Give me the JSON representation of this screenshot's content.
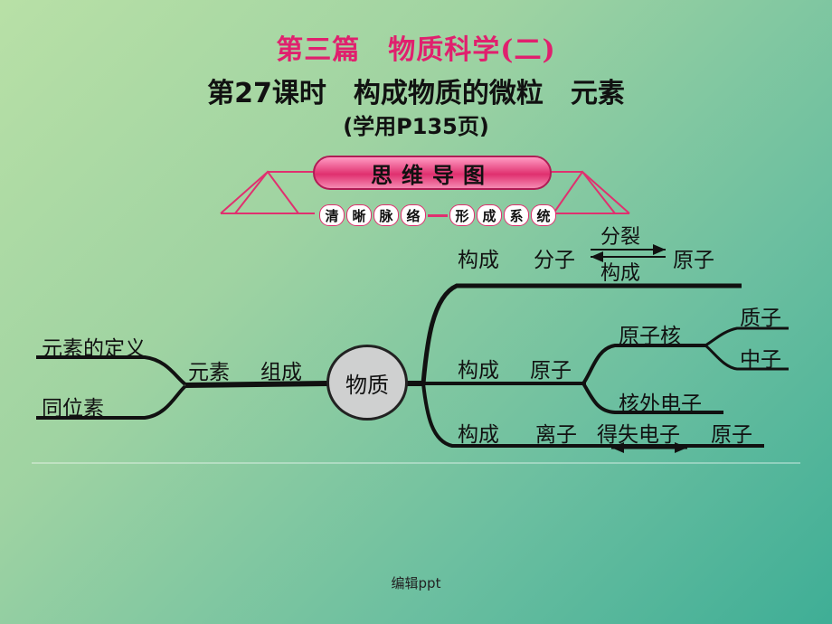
{
  "header": {
    "title_main": "第三篇　物质科学(二)",
    "title_sub": "第27课时　构成物质的微粒　元素",
    "page_ref": "(学用P135页)"
  },
  "banner": {
    "top_label": "思维导图",
    "bottom_chars": [
      "清",
      "晰",
      "脉",
      "络",
      "形",
      "成",
      "系",
      "统"
    ]
  },
  "mindmap": {
    "center": "物质",
    "left_branch": {
      "verb": "元素",
      "relation": "组成"
    },
    "left_leaves": [
      "元素的定义",
      "同位素"
    ],
    "branch_molecule": {
      "verb": "构成",
      "node": "分子",
      "arrow_top": "分裂",
      "arrow_bottom": "构成",
      "target": "原子"
    },
    "branch_atom": {
      "verb": "构成",
      "node": "原子",
      "nucleus": "原子核",
      "proton": "质子",
      "neutron": "中子",
      "electrons": "核外电子"
    },
    "branch_ion": {
      "verb": "构成",
      "node": "离子",
      "process": "得失电子",
      "target": "原子"
    }
  },
  "colors": {
    "title_pink": "#e0206e",
    "banner_pink": "#e0306f",
    "line": "#111111"
  },
  "footer": {
    "text": "编辑ppt"
  }
}
